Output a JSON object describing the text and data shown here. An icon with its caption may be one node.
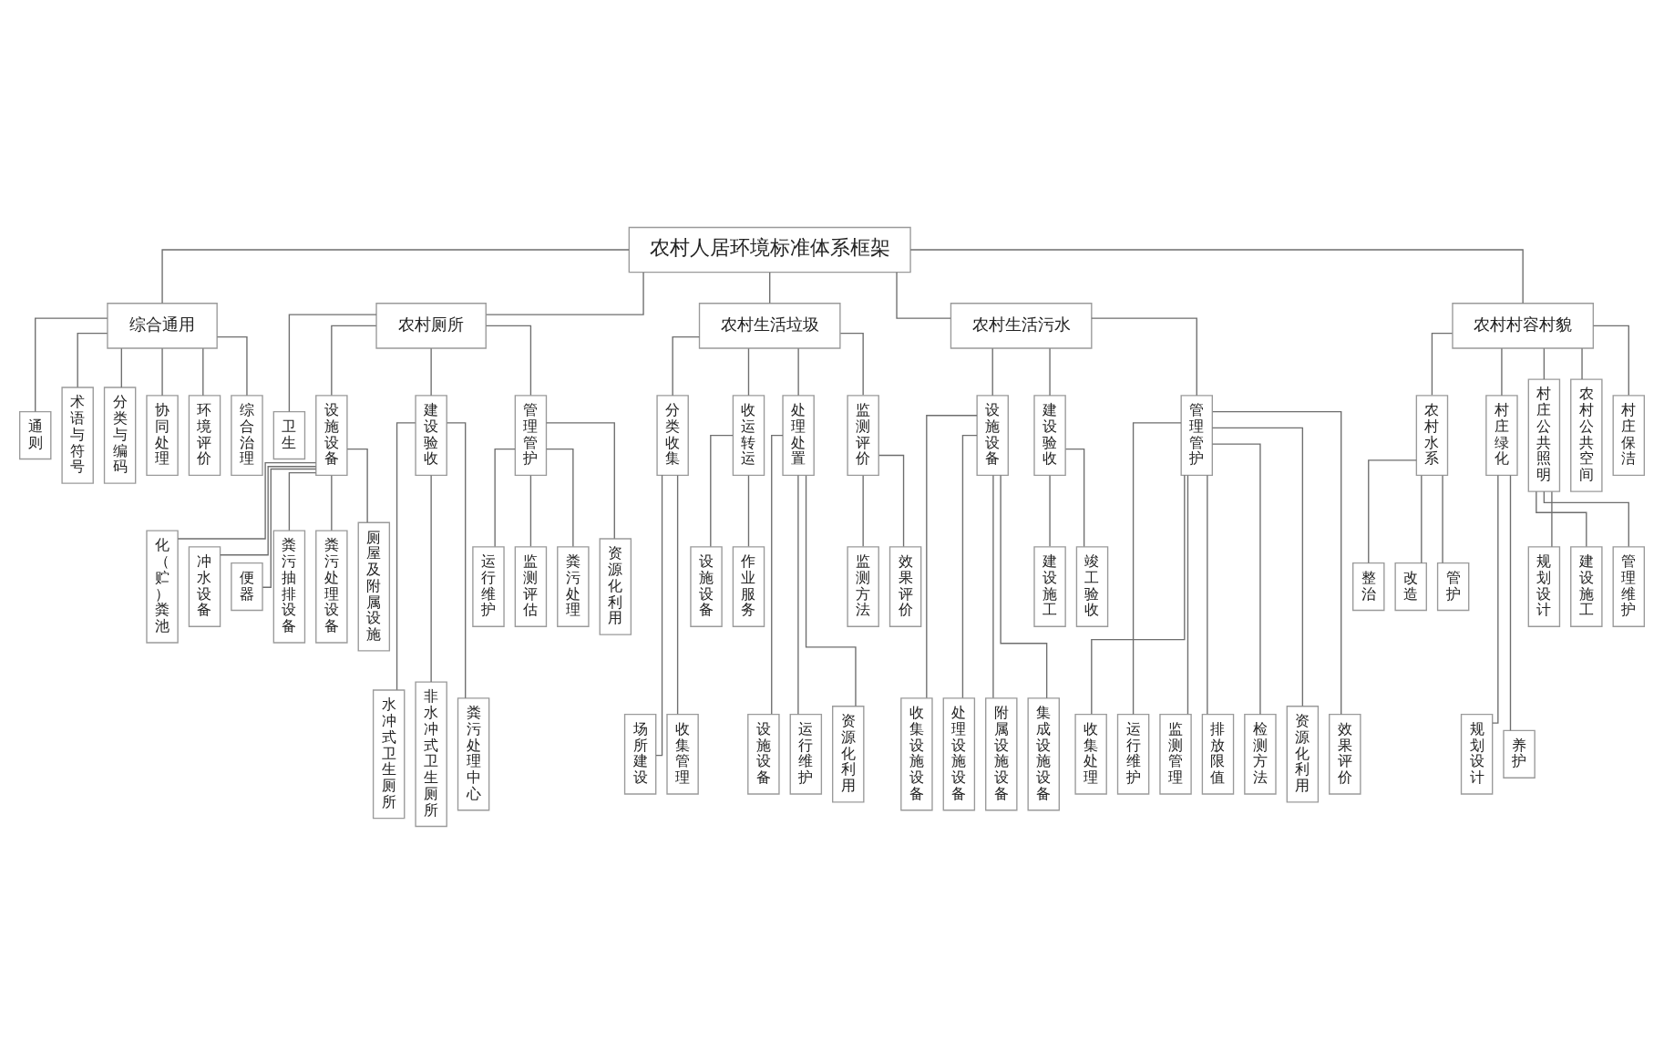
{
  "diagram": {
    "nodes": [
      {
        "text": [
          "农村人居环境标准体系框架"
        ]
      },
      {
        "text": [
          "综合通用"
        ]
      },
      {
        "text": [
          "通则"
        ]
      },
      {
        "text": [
          "术语与符号"
        ]
      },
      {
        "text": [
          "分类与编码"
        ]
      },
      {
        "text": [
          "协同处理"
        ]
      },
      {
        "text": [
          "环境评价"
        ]
      },
      {
        "text": [
          "综合治理"
        ]
      },
      {
        "text": [
          "农村厕所"
        ]
      },
      {
        "text": [
          "卫生"
        ]
      },
      {
        "text": [
          "设施设备"
        ]
      },
      {
        "text": [
          "建设验收"
        ]
      },
      {
        "text": [
          "管理管护"
        ]
      },
      {
        "text": [
          "化（贮）粪池"
        ]
      },
      {
        "text": [
          "冲水设备"
        ]
      },
      {
        "text": [
          "便器"
        ]
      },
      {
        "text": [
          "粪污抽排设备"
        ]
      },
      {
        "text": [
          "粪污处理设备"
        ]
      },
      {
        "text": [
          "厕屋及附属设施"
        ]
      },
      {
        "text": [
          "运行维护"
        ]
      },
      {
        "text": [
          "监测评估"
        ]
      },
      {
        "text": [
          "粪污处理"
        ]
      },
      {
        "text": [
          "资源化利用"
        ]
      },
      {
        "text": [
          "水冲式卫生厕所"
        ]
      },
      {
        "text": [
          "非水冲式卫生厕所"
        ]
      },
      {
        "text": [
          "粪污处理中心"
        ]
      },
      {
        "text": [
          "农村生活垃圾"
        ]
      },
      {
        "text": [
          "分类收集"
        ]
      },
      {
        "text": [
          "收运转运"
        ]
      },
      {
        "text": [
          "处理处置"
        ]
      },
      {
        "text": [
          "监测评价"
        ]
      },
      {
        "text": [
          "设施设备"
        ]
      },
      {
        "text": [
          "作业服务"
        ]
      },
      {
        "text": [
          "监测方法"
        ]
      },
      {
        "text": [
          "效果评价"
        ]
      },
      {
        "text": [
          "场所建设"
        ]
      },
      {
        "text": [
          "收集管理"
        ]
      },
      {
        "text": [
          "设施设备"
        ]
      },
      {
        "text": [
          "运行维护"
        ]
      },
      {
        "text": [
          "资源化利用"
        ]
      },
      {
        "text": [
          "农村生活污水"
        ]
      },
      {
        "text": [
          "设施设备"
        ]
      },
      {
        "text": [
          "建设验收"
        ]
      },
      {
        "text": [
          "管理管护"
        ]
      },
      {
        "text": [
          "建设施工"
        ]
      },
      {
        "text": [
          "竣工验收"
        ]
      },
      {
        "text": [
          "收集设施设备"
        ]
      },
      {
        "text": [
          "处理设施设备"
        ]
      },
      {
        "text": [
          "附属设施设备"
        ]
      },
      {
        "text": [
          "集成设施设备"
        ]
      },
      {
        "text": [
          "收集处理"
        ]
      },
      {
        "text": [
          "运行维护"
        ]
      },
      {
        "text": [
          "监测管理"
        ]
      },
      {
        "text": [
          "排放限值"
        ]
      },
      {
        "text": [
          "检测方法"
        ]
      },
      {
        "text": [
          "资源化利用"
        ]
      },
      {
        "text": [
          "效果评价"
        ]
      },
      {
        "text": [
          "农村村容村貌"
        ]
      },
      {
        "text": [
          "农村水系"
        ]
      },
      {
        "text": [
          "村庄绿化"
        ]
      },
      {
        "text": [
          "村庄公共照明"
        ]
      },
      {
        "text": [
          "农村公共空间"
        ]
      },
      {
        "text": [
          "村庄保洁"
        ]
      },
      {
        "text": [
          "整治"
        ]
      },
      {
        "text": [
          "改造"
        ]
      },
      {
        "text": [
          "管护"
        ]
      },
      {
        "text": [
          "规划设计"
        ]
      },
      {
        "text": [
          "养护"
        ]
      },
      {
        "text": [
          "规划设计"
        ]
      },
      {
        "text": [
          "建设施工"
        ]
      },
      {
        "text": [
          "管理维护"
        ]
      }
    ],
    "edges": [
      {
        "from": 0,
        "to": 1,
        "arrow": "none"
      },
      {
        "from": 0,
        "to": 8,
        "arrow": "none"
      },
      {
        "from": 0,
        "to": 26,
        "arrow": "none"
      },
      {
        "from": 0,
        "to": 40,
        "arrow": "none"
      },
      {
        "from": 0,
        "to": 57,
        "arrow": "none"
      },
      {
        "from": 1,
        "to": 2,
        "arrow": "none"
      },
      {
        "from": 1,
        "to": 3,
        "arrow": "none"
      },
      {
        "from": 1,
        "to": 4,
        "arrow": "none"
      },
      {
        "from": 1,
        "to": 5,
        "arrow": "none"
      },
      {
        "from": 1,
        "to": 6,
        "arrow": "none"
      },
      {
        "from": 1,
        "to": 7,
        "arrow": "none"
      },
      {
        "from": 8,
        "to": 9,
        "arrow": "none"
      },
      {
        "from": 8,
        "to": 10,
        "arrow": "none"
      },
      {
        "from": 8,
        "to": 11,
        "arrow": "none"
      },
      {
        "from": 8,
        "to": 12,
        "arrow": "none"
      },
      {
        "from": 10,
        "to": 13,
        "arrow": "none"
      },
      {
        "from": 10,
        "to": 14,
        "arrow": "none"
      },
      {
        "from": 10,
        "to": 15,
        "arrow": "none"
      },
      {
        "from": 10,
        "to": 16,
        "arrow": "none"
      },
      {
        "from": 10,
        "to": 17,
        "arrow": "none"
      },
      {
        "from": 10,
        "to": 18,
        "arrow": "none"
      },
      {
        "from": 12,
        "to": 19,
        "arrow": "none"
      },
      {
        "from": 12,
        "to": 20,
        "arrow": "none"
      },
      {
        "from": 12,
        "to": 21,
        "arrow": "none"
      },
      {
        "from": 12,
        "to": 22,
        "arrow": "none"
      },
      {
        "from": 11,
        "to": 23,
        "arrow": "none"
      },
      {
        "from": 11,
        "to": 24,
        "arrow": "none"
      },
      {
        "from": 11,
        "to": 25,
        "arrow": "none"
      },
      {
        "from": 26,
        "to": 27,
        "arrow": "none"
      },
      {
        "from": 26,
        "to": 28,
        "arrow": "none"
      },
      {
        "from": 26,
        "to": 29,
        "arrow": "none"
      },
      {
        "from": 26,
        "to": 30,
        "arrow": "none"
      },
      {
        "from": 28,
        "to": 31,
        "arrow": "none"
      },
      {
        "from": 28,
        "to": 32,
        "arrow": "none"
      },
      {
        "from": 30,
        "to": 33,
        "arrow": "none"
      },
      {
        "from": 30,
        "to": 34,
        "arrow": "none"
      },
      {
        "from": 27,
        "to": 35,
        "arrow": "none"
      },
      {
        "from": 27,
        "to": 36,
        "arrow": "none"
      },
      {
        "from": 29,
        "to": 37,
        "arrow": "none"
      },
      {
        "from": 29,
        "to": 38,
        "arrow": "none"
      },
      {
        "from": 29,
        "to": 39,
        "arrow": "none"
      },
      {
        "from": 40,
        "to": 41,
        "arrow": "none"
      },
      {
        "from": 40,
        "to": 42,
        "arrow": "none"
      },
      {
        "from": 40,
        "to": 43,
        "arrow": "none"
      },
      {
        "from": 42,
        "to": 44,
        "arrow": "none"
      },
      {
        "from": 42,
        "to": 45,
        "arrow": "none"
      },
      {
        "from": 41,
        "to": 46,
        "arrow": "none"
      },
      {
        "from": 41,
        "to": 47,
        "arrow": "none"
      },
      {
        "from": 41,
        "to": 48,
        "arrow": "none"
      },
      {
        "from": 41,
        "to": 49,
        "arrow": "none"
      },
      {
        "from": 43,
        "to": 50,
        "arrow": "none"
      },
      {
        "from": 43,
        "to": 51,
        "arrow": "none"
      },
      {
        "from": 43,
        "to": 52,
        "arrow": "none"
      },
      {
        "from": 43,
        "to": 53,
        "arrow": "none"
      },
      {
        "from": 43,
        "to": 54,
        "arrow": "none"
      },
      {
        "from": 43,
        "to": 55,
        "arrow": "none"
      },
      {
        "from": 43,
        "to": 56,
        "arrow": "none"
      },
      {
        "from": 57,
        "to": 58,
        "arrow": "none"
      },
      {
        "from": 57,
        "to": 60,
        "arrow": "none"
      },
      {
        "from": 57,
        "to": 59,
        "arrow": "none"
      },
      {
        "from": 57,
        "to": 61,
        "arrow": "none"
      },
      {
        "from": 57,
        "to": 62,
        "arrow": "none"
      },
      {
        "from": 58,
        "to": 63,
        "arrow": "none"
      },
      {
        "from": 58,
        "to": 64,
        "arrow": "none"
      },
      {
        "from": 58,
        "to": 65,
        "arrow": "none"
      },
      {
        "from": 59,
        "to": 66,
        "arrow": "none"
      },
      {
        "from": 59,
        "to": 67,
        "arrow": "none"
      },
      {
        "from": 60,
        "to": 68,
        "arrow": "none"
      },
      {
        "from": 60,
        "to": 69,
        "arrow": "none"
      },
      {
        "from": 60,
        "to": 70,
        "arrow": "none"
      }
    ]
  }
}
